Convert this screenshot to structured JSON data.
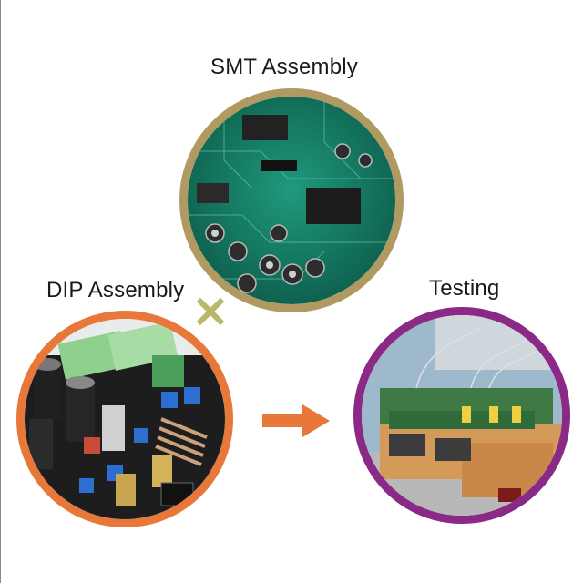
{
  "steps": {
    "smt": {
      "label": "SMT Assembly",
      "ring_color": "#b09a62",
      "icon": "pcb-smt-photo"
    },
    "dip": {
      "label": "DIP Assembly",
      "ring_color": "#e8783a",
      "icon": "pcb-dip-photo"
    },
    "testing": {
      "label": "Testing",
      "ring_color": "#8a2a86",
      "icon": "pcb-testing-photo"
    }
  },
  "connectors": {
    "plus_color": "#b9b86a",
    "arrow_color": "#e8783a"
  }
}
